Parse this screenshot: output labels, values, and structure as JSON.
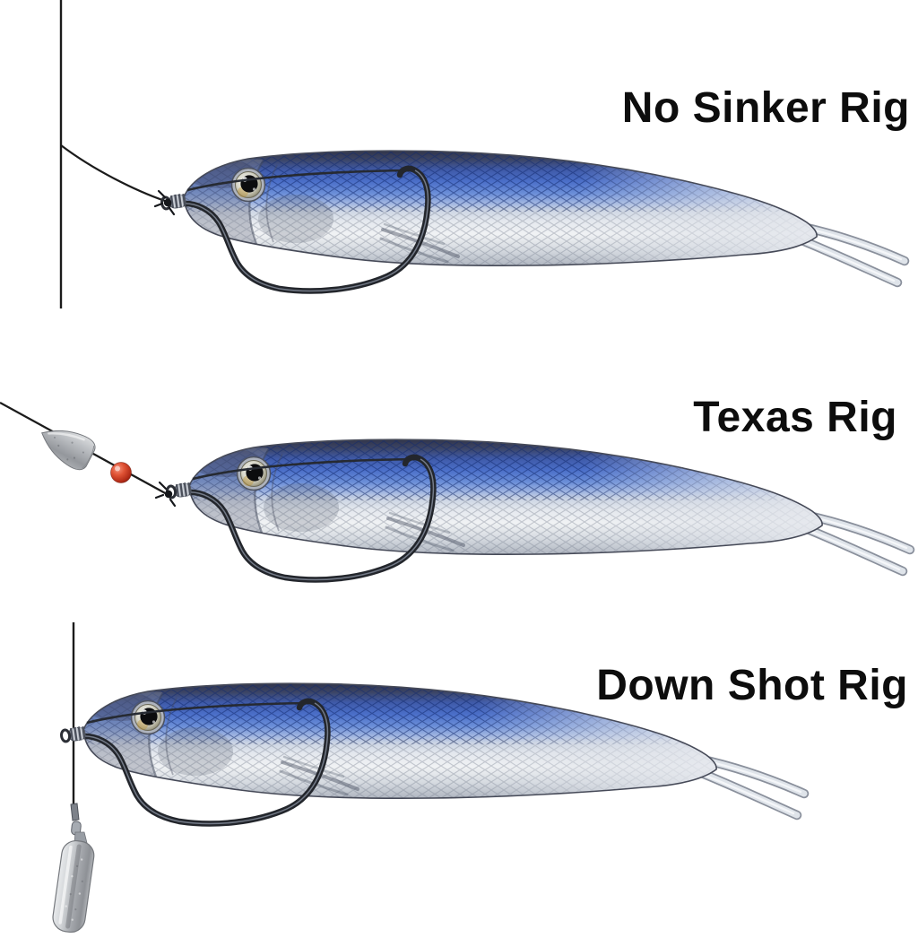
{
  "page": {
    "background": "#ffffff"
  },
  "colors": {
    "label_text": "#0d0d0d",
    "fishing_line": "#1b1b1b",
    "lure_back_navy": "#30344a",
    "lure_blue": "#4a6ec8",
    "lure_silver": "#eef0f3",
    "hook_metal": "#23262c",
    "bead_red": "#c23220",
    "lead_gray": "#a9acb0"
  },
  "rigs": [
    {
      "id": "no-sinker-rig",
      "label": "No Sinker Rig",
      "components": [
        "fishing-line",
        "knot",
        "worm-hook",
        "soft-plastic-minnow-lure"
      ]
    },
    {
      "id": "texas-rig",
      "label": "Texas Rig",
      "components": [
        "fishing-line",
        "bullet-sinker",
        "red-bead",
        "knot",
        "worm-hook",
        "soft-plastic-minnow-lure"
      ]
    },
    {
      "id": "down-shot-rig",
      "label": "Down Shot Rig",
      "components": [
        "fishing-line",
        "worm-hook",
        "soft-plastic-minnow-lure",
        "swivel-clip",
        "drop-shot-weight"
      ]
    }
  ]
}
